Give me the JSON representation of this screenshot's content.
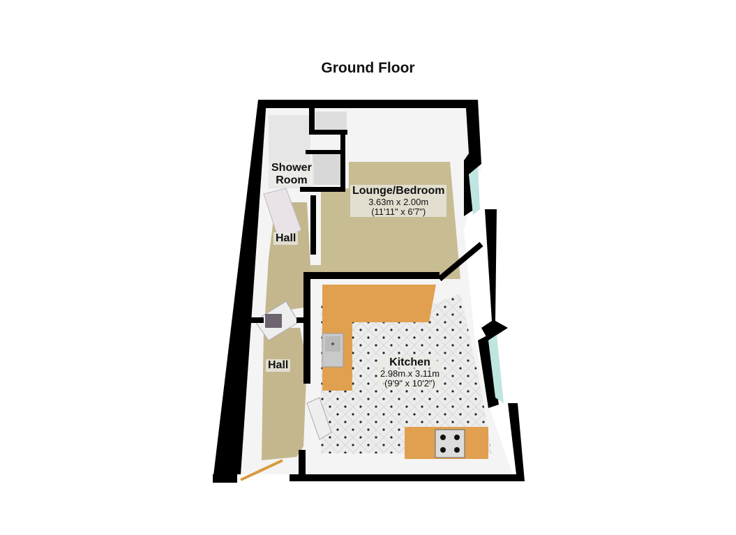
{
  "title": "Ground Floor",
  "rooms": {
    "shower_room": {
      "name": "Shower Room",
      "line1": "Shower",
      "line2": "Room"
    },
    "lounge_bedroom": {
      "name": "Lounge/Bedroom",
      "metric": "3.63m x 2.00m",
      "imperial": "(11'11\" x 6'7\")"
    },
    "hall_upper": {
      "name": "Hall"
    },
    "hall_lower": {
      "name": "Hall"
    },
    "kitchen": {
      "name": "Kitchen",
      "metric": "2.98m x 3.11m",
      "imperial": "(9'9\" x 10'2\")"
    }
  },
  "colors": {
    "wall": "#000000",
    "inner_wall": "#f2f2f2",
    "carpet": "#c8bc93",
    "counter": "#e0a050",
    "tile": "#eeeeee",
    "window": "#bfe5e0"
  }
}
